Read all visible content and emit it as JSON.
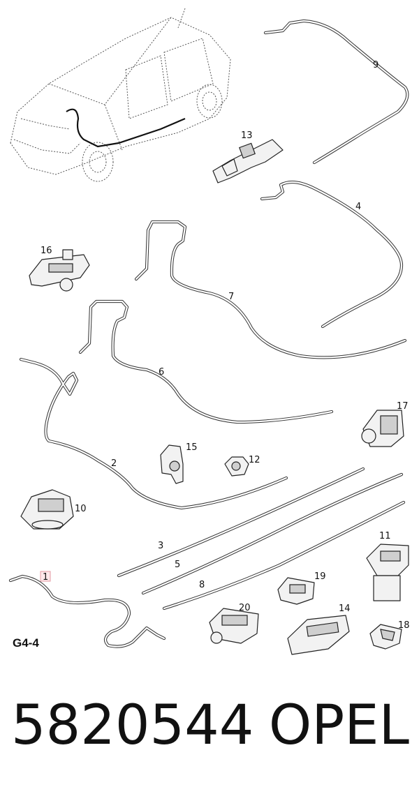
{
  "diagram": {
    "group_code": "G4-4",
    "callouts": [
      "1",
      "2",
      "3",
      "4",
      "5",
      "6",
      "7",
      "8",
      "9",
      "10",
      "11",
      "12",
      "13",
      "14",
      "15",
      "16",
      "17",
      "18",
      "19",
      "20"
    ]
  },
  "footer": {
    "part_number": "5820544",
    "brand": "OPEL"
  }
}
